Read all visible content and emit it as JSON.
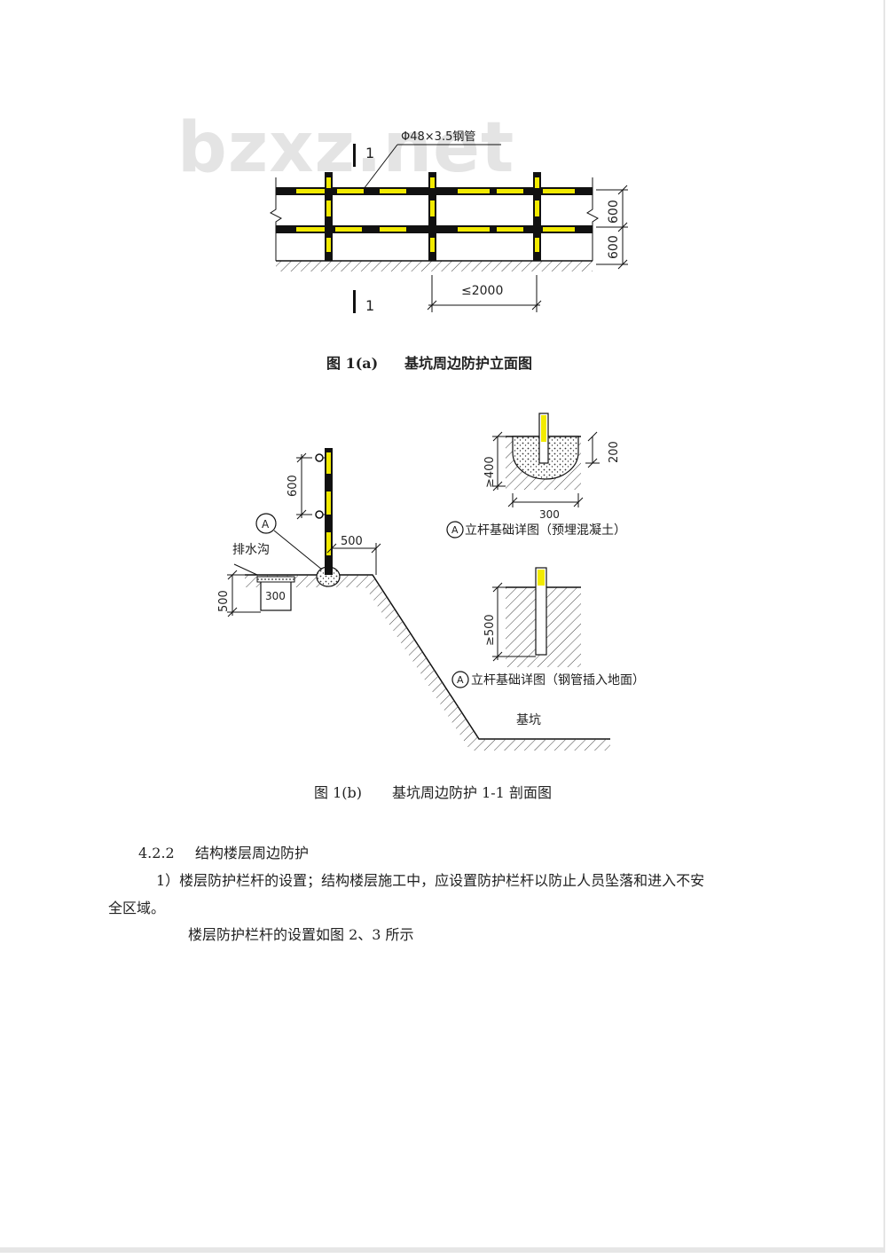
{
  "watermark": "bzxz.net",
  "figure_a": {
    "pipe_spec": "Φ48×3.5钢管",
    "section_mark": "1",
    "dim_height_upper": "600",
    "dim_height_lower": "600",
    "dim_spacing": "≤2000",
    "caption_num": "图 1(a)",
    "caption_title": "基坑周边防护立面图"
  },
  "figure_b": {
    "dim_rail_spacing": "600",
    "detail_marker": "A",
    "drain_label": "排水沟",
    "dim_setback": "500",
    "dim_drain_depth": "500",
    "dim_drain_width": "300",
    "pit_label": "基坑",
    "detail1": {
      "depth": "≥400",
      "embed": "200",
      "width": "300",
      "title": "立杆基础详图（预埋混凝土）"
    },
    "detail2": {
      "depth": "≥500",
      "title": "立杆基础详图（钢管插入地面）"
    },
    "caption_num": "图 1(b)",
    "caption_title": "基坑周边防护 1-1 剖面图"
  },
  "text": {
    "section_num": "4.2.2",
    "section_title": "结构楼层周边防护",
    "para1_line1": "1）楼层防护栏杆的设置；结构楼层施工中，应设置防护栏杆以防止人员坠落和进入不安",
    "para1_line2": "全区域。",
    "para2": "楼层防护栏杆的设置如图 2、3 所示"
  },
  "colors": {
    "rail_black": "#111111",
    "rail_yellow": "#f2ea00"
  }
}
